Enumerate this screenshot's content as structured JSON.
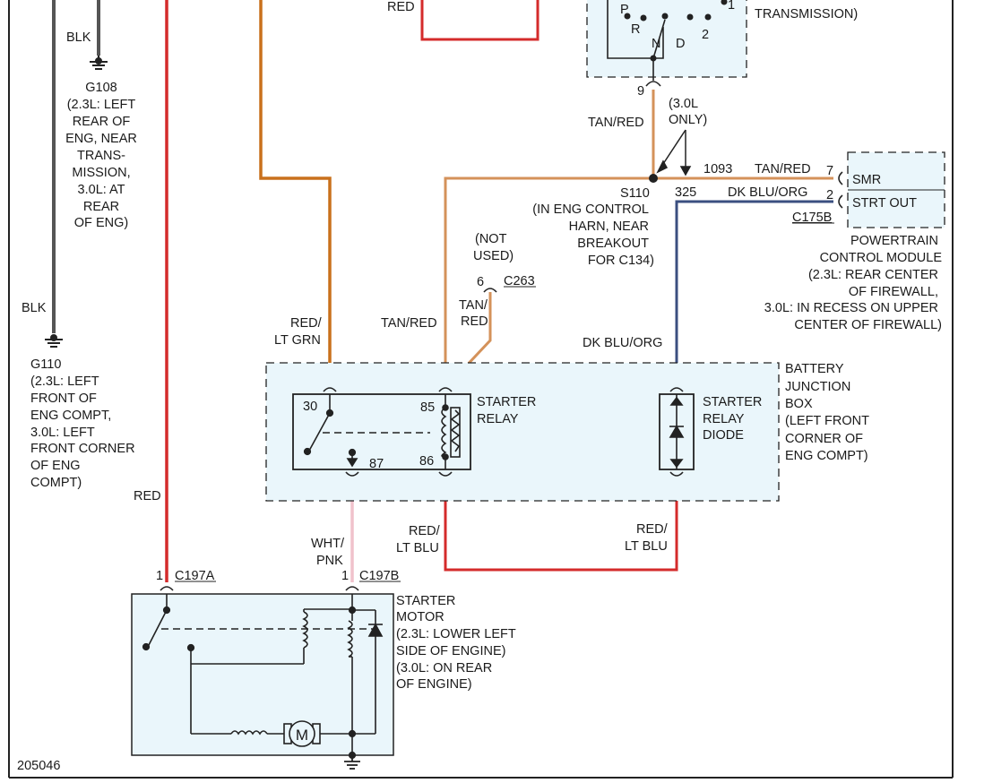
{
  "diagram_id": "205046",
  "grounds": {
    "g108": {
      "wire": "BLK",
      "name": "G108",
      "location": [
        "(2.3L: LEFT",
        "REAR OF",
        "ENG, NEAR",
        "TRANS-",
        "MISSION,",
        "3.0L: AT",
        "REAR",
        "OF ENG)"
      ]
    },
    "g110": {
      "wire": "BLK",
      "name": "G110",
      "location": [
        "(2.3L: LEFT",
        "FRONT OF",
        "ENG COMPT,",
        "3.0L: LEFT",
        "FRONT CORNER",
        "OF ENG",
        "COMPT)"
      ]
    }
  },
  "top_fragment": {
    "red_label": "RED",
    "transmission_suffix": "TRANSMISSION)",
    "switch_positions": [
      "P",
      "R",
      "N",
      "D",
      "2",
      "1"
    ]
  },
  "splice": {
    "pin_9": "9",
    "wire_tan_red": "TAN/RED",
    "note": [
      "(3.0L",
      "ONLY)"
    ],
    "name": "S110",
    "location": [
      "(IN ENG CONTROL",
      "HARN, NEAR",
      "BREAKOUT",
      "FOR C134)"
    ]
  },
  "pcm": {
    "circuit_1093": "1093",
    "wire_tan_red": "TAN/RED",
    "pin_7": "7",
    "pin_smr": "SMR",
    "circuit_325": "325",
    "wire_dkblu_org": "DK BLU/ORG",
    "pin_2": "2",
    "pin_strt_out": "STRT OUT",
    "connector": "C175B",
    "label": [
      "POWERTRAIN",
      "CONTROL MODULE",
      "(2.3L: REAR CENTER",
      "OF FIREWALL,",
      "3.0L: IN RECESS ON UPPER",
      "CENTER OF FIREWALL)"
    ]
  },
  "c263": {
    "note": [
      "(NOT",
      "USED)"
    ],
    "pin": "6",
    "connector": "C263",
    "wire": [
      "TAN/",
      "RED"
    ]
  },
  "relay_wires": {
    "red_ltgrn": [
      "RED/",
      "LT GRN"
    ],
    "tan_red": "TAN/RED",
    "dkblu_org": "DK BLU/ORG"
  },
  "battery_junction_box": {
    "label": [
      "BATTERY",
      "JUNCTION",
      "BOX",
      "(LEFT FRONT",
      "CORNER OF",
      "ENG COMPT)"
    ],
    "relay_label": [
      "STARTER",
      "RELAY"
    ],
    "relay_pins": {
      "p30": "30",
      "p85": "85",
      "p86": "86",
      "p87": "87"
    },
    "diode_label": [
      "STARTER",
      "RELAY",
      "DIODE"
    ]
  },
  "lower_wires": {
    "red": "RED",
    "wht_pnk": [
      "WHT/",
      "PNK"
    ],
    "red_ltblu_left": [
      "RED/",
      "LT BLU"
    ],
    "red_ltblu_right": [
      "RED/",
      "LT BLU"
    ]
  },
  "starter_motor": {
    "pin_a": "1",
    "connector_a": "C197A",
    "pin_b": "1",
    "connector_b": "C197B",
    "label": [
      "STARTER",
      "MOTOR",
      "(2.3L: LOWER LEFT",
      "SIDE OF ENGINE)",
      "(3.0L: ON REAR",
      "OF ENGINE)"
    ],
    "motor_symbol": "M"
  },
  "colors": {
    "red_wire": "#d42b2b",
    "red_ltgrn_wire": "#c9701c",
    "tan_red_wire": "#d4925a",
    "dkblu_org_wire": "#3b4f80",
    "wht_pnk_wire": "#f0c2cc",
    "blk_wire": "#555555",
    "component_fill": "#eaf6fb"
  }
}
